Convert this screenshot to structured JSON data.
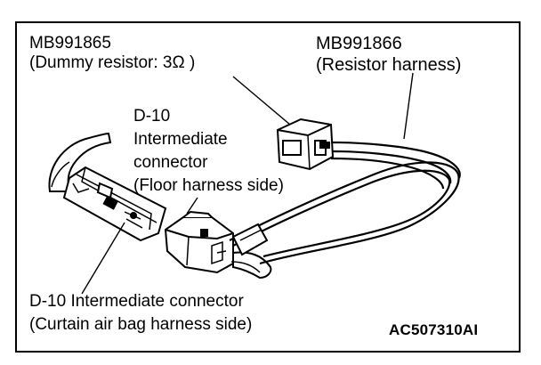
{
  "labels": {
    "mb991865_part": "MB991865",
    "mb991865_desc": "(Dummy resistor: 3Ω )",
    "mb991866_part": "MB991866",
    "mb991866_desc": "(Resistor harness)",
    "d10_floor_line1": "D-10",
    "d10_floor_line2": "Intermediate",
    "d10_floor_line3": "connector",
    "d10_floor_line4": "(Floor harness side)",
    "d10_curtain_line1": "D-10 Intermediate connector",
    "d10_curtain_line2": "(Curtain air bag harness side)"
  },
  "figure_code": "AC507310AI"
}
